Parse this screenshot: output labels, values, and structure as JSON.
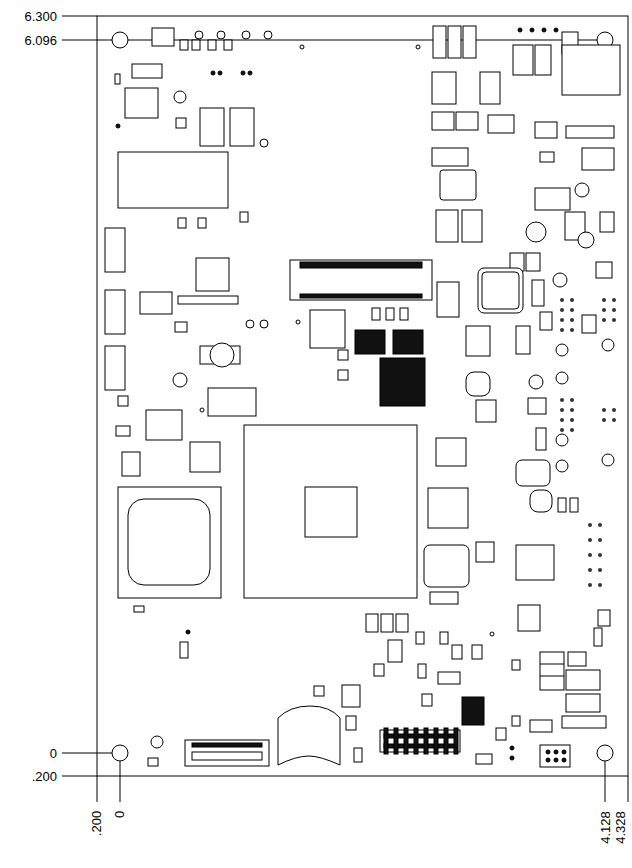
{
  "diagram": {
    "labels": [
      "6.300",
      "6.096",
      "0",
      ".200",
      ".200",
      "0",
      "4.128",
      "4.328"
    ]
  }
}
